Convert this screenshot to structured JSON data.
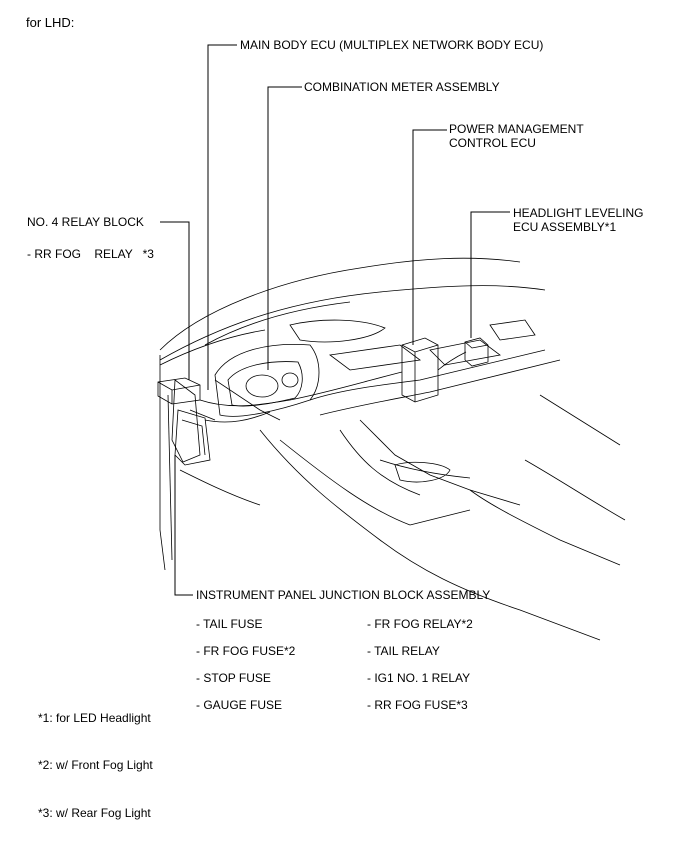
{
  "header": "for LHD:",
  "callouts": {
    "main_body_ecu": "MAIN BODY ECU (MULTIPLEX NETWORK BODY ECU)",
    "combination_meter": "COMBINATION METER ASSEMBLY",
    "power_mgmt_line1": "POWER MANAGEMENT",
    "power_mgmt_line2": "CONTROL ECU",
    "headlight_line1": "HEADLIGHT LEVELING",
    "headlight_line2": "ECU ASSEMBLY*1",
    "relay_block": "NO. 4 RELAY BLOCK",
    "relay_item": "- RR FOG    RELAY   *3",
    "junction_block": "INSTRUMENT PANEL JUNCTION BLOCK ASSEMBLY"
  },
  "junction_items_left": [
    "- TAIL FUSE",
    "- FR FOG FUSE*2",
    "- STOP FUSE",
    "- GAUGE FUSE"
  ],
  "junction_items_right": [
    "- FR FOG RELAY*2",
    "- TAIL RELAY",
    "- IG1 NO. 1 RELAY",
    "- RR FOG FUSE*3"
  ],
  "notes": [
    "*1: for LED Headlight",
    "*2: w/ Front Fog Light",
    "*3: w/ Rear Fog Light"
  ]
}
